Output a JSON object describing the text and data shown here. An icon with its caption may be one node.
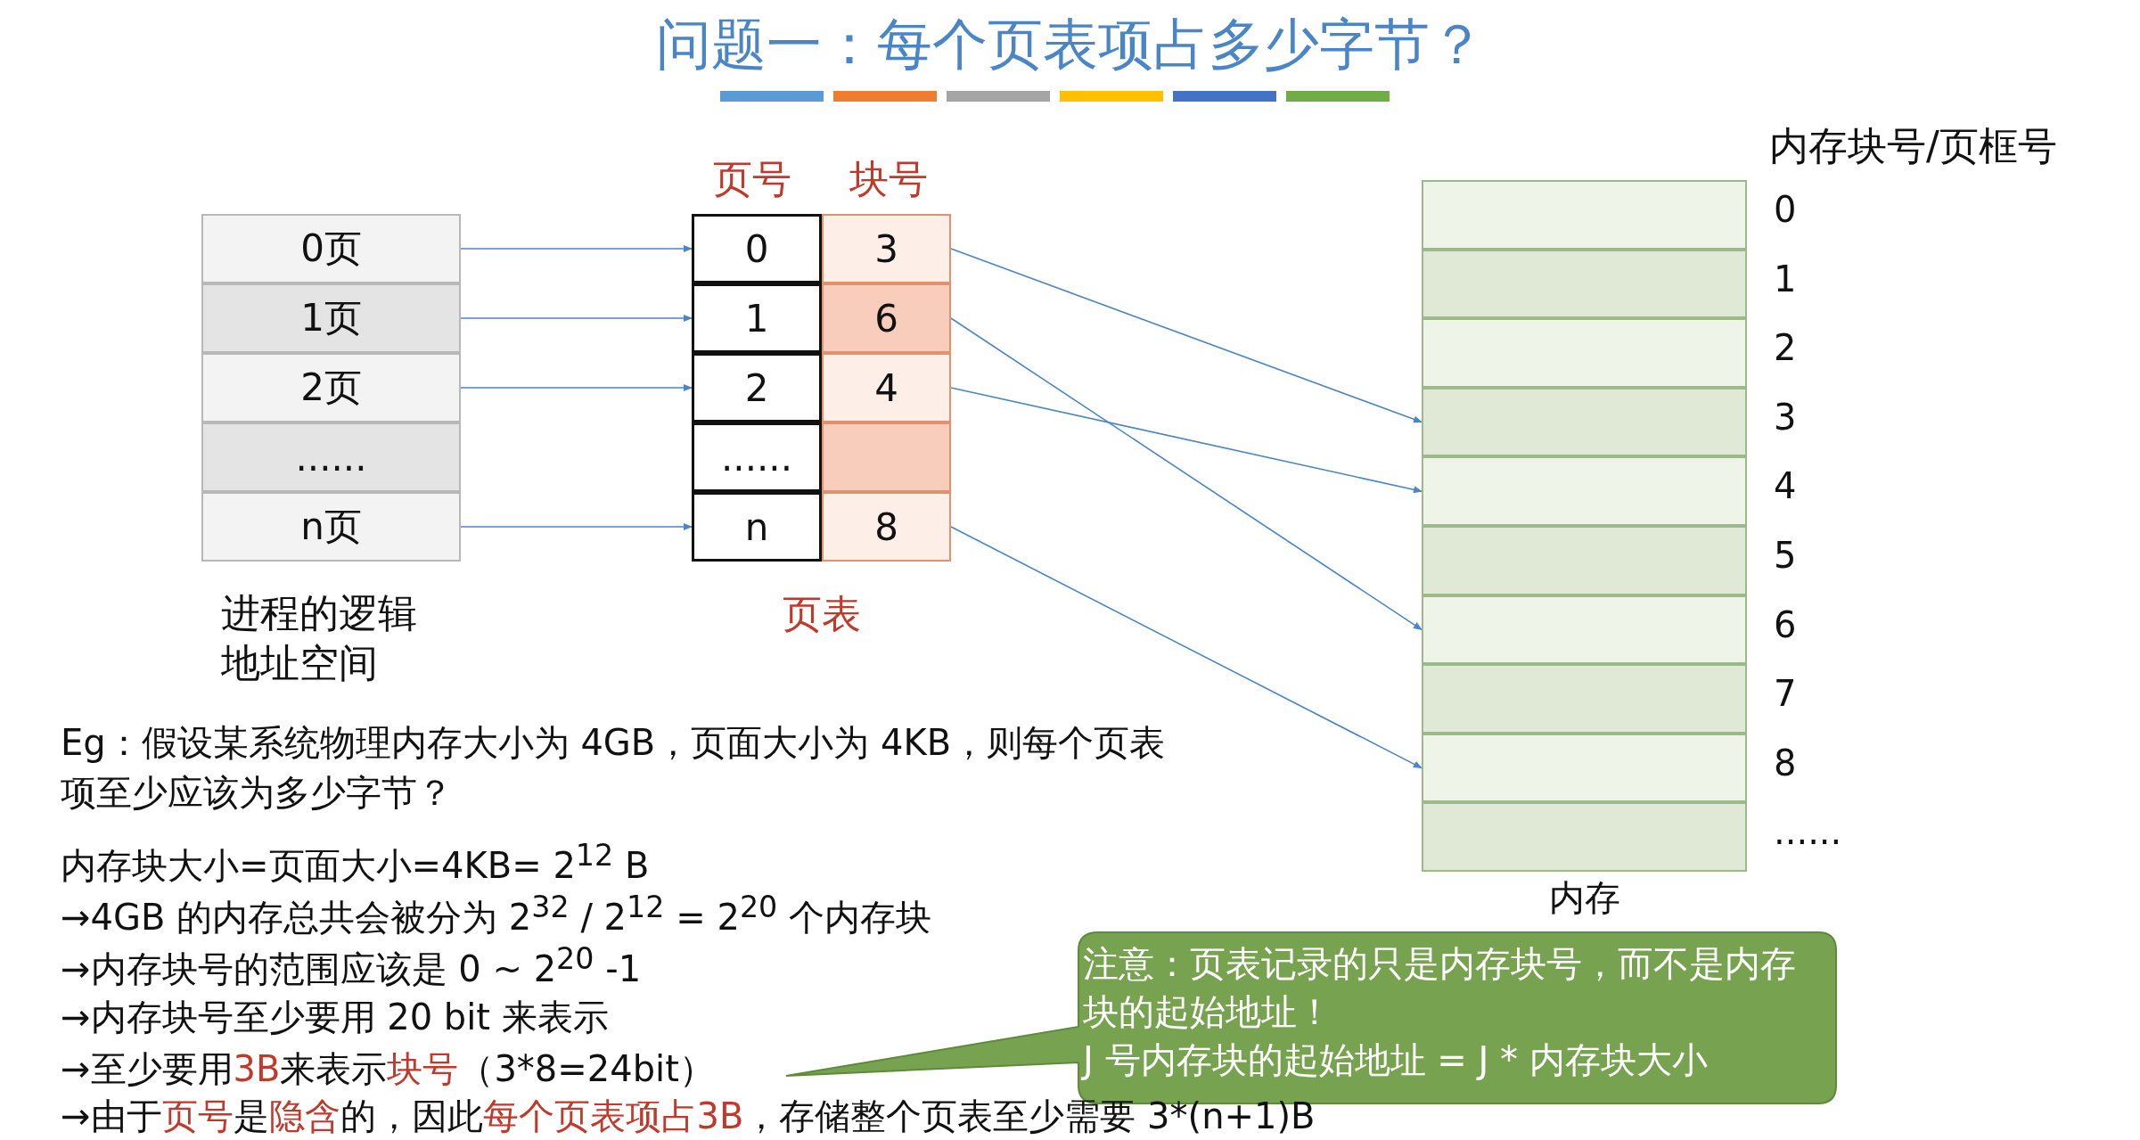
{
  "diagram": {
    "title": "问题一：每个页表项占多少字节？",
    "nodes": [
      {
        "text": [
          "进程的逻辑地址空间"
        ]
      },
      {
        "text": [
          "0页"
        ],
        "in": 0
      },
      {
        "text": [
          "1页"
        ],
        "in": 0
      },
      {
        "text": [
          "2页"
        ],
        "in": 0
      },
      {
        "text": [
          "......"
        ],
        "in": 0
      },
      {
        "text": [
          "n页"
        ],
        "in": 0
      },
      {
        "text": [
          "页表"
        ]
      },
      {
        "text": [
          "0"
        ],
        "in": 6
      },
      {
        "text": [
          "3"
        ],
        "in": 6
      },
      {
        "text": [
          "1"
        ],
        "in": 6
      },
      {
        "text": [
          "6"
        ],
        "in": 6
      },
      {
        "text": [
          "2"
        ],
        "in": 6
      },
      {
        "text": [
          "4"
        ],
        "in": 6
      },
      {
        "text": [
          "......"
        ],
        "in": 6
      },
      {
        "text": [],
        "shape": "box",
        "in": 6
      },
      {
        "text": [
          "n"
        ],
        "in": 6
      },
      {
        "text": [
          "8"
        ],
        "in": 6
      },
      {
        "text": [
          "内存"
        ]
      },
      {
        "text": [],
        "shape": "box",
        "in": 17,
        "beside": [
          "0"
        ]
      },
      {
        "text": [],
        "shape": "box",
        "in": 17,
        "beside": [
          "1"
        ]
      },
      {
        "text": [],
        "shape": "box",
        "in": 17,
        "beside": [
          "2"
        ]
      },
      {
        "text": [],
        "shape": "box",
        "in": 17,
        "beside": [
          "3"
        ]
      },
      {
        "text": [],
        "shape": "box",
        "in": 17,
        "beside": [
          "4"
        ]
      },
      {
        "text": [],
        "shape": "box",
        "in": 17,
        "beside": [
          "5"
        ]
      },
      {
        "text": [],
        "shape": "box",
        "in": 17,
        "beside": [
          "6"
        ]
      },
      {
        "text": [],
        "shape": "box",
        "in": 17,
        "beside": [
          "7"
        ]
      },
      {
        "text": [],
        "shape": "box",
        "in": 17,
        "beside": [
          "8"
        ]
      },
      {
        "text": [],
        "shape": "box",
        "in": 17,
        "beside": [
          "......"
        ]
      },
      {
        "text": [
          "注意：页表记录的只是内存块号，而不是内存块的起始地址！",
          "J 号内存块的起始地址 = J * 内存块大小"
        ]
      }
    ],
    "edges": [
      {
        "from": 1,
        "to": 7,
        "arrow": "to"
      },
      {
        "from": 2,
        "to": 9,
        "arrow": "to"
      },
      {
        "from": 3,
        "to": 11,
        "arrow": "to"
      },
      {
        "from": 5,
        "to": 15,
        "arrow": "to"
      },
      {
        "from": 8,
        "to": 21,
        "arrow": "to"
      },
      {
        "from": 10,
        "to": 24,
        "arrow": "to"
      },
      {
        "from": 12,
        "to": 22,
        "arrow": "to"
      },
      {
        "from": 16,
        "to": 26,
        "arrow": "to"
      }
    ],
    "labels": [
      "页号",
      "块号",
      "内存块号/页框号",
      "Eg：假设某系统物理内存大小为 4GB，页面大小为 4KB，则每个页表项至少应该为多少字节？",
      "内存块大小=页面大小=4KB= 2$^{12}$ B",
      "→4GB 的内存总共会被分为 2$^{32}$ / 2$^{12}$ = 2$^{20}$ 个内存块",
      "→内存块号的范围应该是 0 ~ 2$^{20}$ -1",
      "→内存块号至少要用 20 bit 来表示",
      "→至少要用**3B**来表示**块号**（3*8=24bit）",
      "→由于**页号**是**隐含**的，因此**每个页表项占3B**，存储整个页表至少需要 3*(n+1)B"
    ]
  }
}
